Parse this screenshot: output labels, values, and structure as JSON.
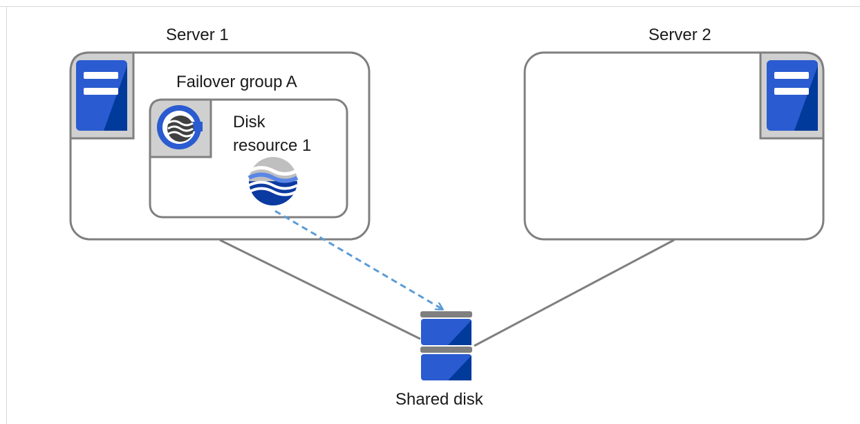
{
  "servers": [
    {
      "label": "Server 1"
    },
    {
      "label": "Server 2"
    }
  ],
  "failover_group": {
    "label": "Failover group A"
  },
  "disk_resource": {
    "label_line1": "Disk",
    "label_line2": "resource 1"
  },
  "shared_disk": {
    "label": "Shared disk"
  },
  "colors": {
    "box_stroke": "#7f7f7f",
    "server_blue": "#2a5bd0",
    "server_blue_dark": "#003a9a",
    "icon_bg": "#d0d0d0",
    "arrow": "#5b9bd5",
    "link_line": "#7f7f7f"
  },
  "icons": {
    "server": "server-icon",
    "group": "failover-group-icon",
    "disk_resource": "disk-resource-icon",
    "shared_disk": "shared-disk-icon"
  }
}
